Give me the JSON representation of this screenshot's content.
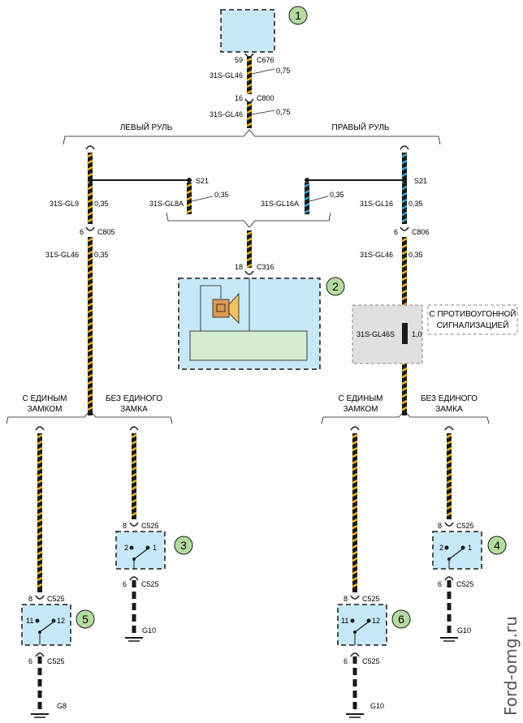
{
  "colors": {
    "module_fill": "#c7e8f6",
    "callout_fill": "#b5dca0",
    "wire_dark": "#1a1a1a",
    "stripe_yellow": "#f2b21c",
    "stripe_blue": "#3aa0d8",
    "optional_fill": "#e0e0e0"
  },
  "callouts": [
    "1",
    "2",
    "3",
    "4",
    "5",
    "6"
  ],
  "connectors": {
    "c676": "C676",
    "c676_pin": "59",
    "c800": "C800",
    "c800_pin": "16",
    "c805": "C805",
    "c805_pin": "6",
    "c806": "C806",
    "c806_pin": "6",
    "c316": "C316",
    "c316_pin": "18",
    "c525": "C525",
    "pin8": "8",
    "pin6": "6"
  },
  "wires": {
    "gl46": "31S-GL46",
    "gl9": "31S-GL9",
    "gl8a": "31S-GL8A",
    "gl16a": "31S-GL16A",
    "gl16": "31S-GL16",
    "gl46s": "31S-GL46S",
    "size_075": "0,75",
    "size_035": "0,35",
    "size_10": "1,0"
  },
  "splices": {
    "s21": "S21"
  },
  "branches": {
    "left_hand": "ЛЕВЫЙ РУЛЬ",
    "right_hand": "ПРАВЫЙ РУЛЬ",
    "with_lock_line1": "С ЕДИНЫМ",
    "with_lock_line2": "ЗАМКОМ",
    "without_lock_line1": "БЕЗ ЕДИНОГО",
    "without_lock_line2": "ЗАМКА",
    "alarm_line1": "С ПРОТИВОУГОННОЙ",
    "alarm_line2": "СИГНАЛИЗАЦИЕЙ"
  },
  "switch_pins": {
    "p1": "1",
    "p2": "2",
    "p11": "11",
    "p12": "12"
  },
  "grounds": {
    "g10": "G10",
    "g8": "G8"
  },
  "watermark": "Ford-omg.ru"
}
